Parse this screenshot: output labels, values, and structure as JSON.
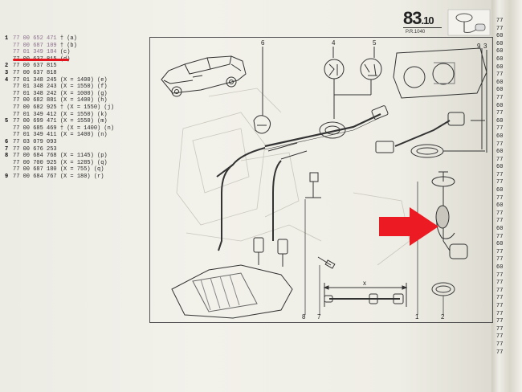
{
  "header": {
    "section_main": "83",
    "section_sub": ".10",
    "ref": "P.R.1040"
  },
  "parts_list": [
    {
      "n": "1",
      "num": "77 00 652 471",
      "note": "† (a)"
    },
    {
      "n": "",
      "num": "77 00 687 109",
      "note": "† (b)"
    },
    {
      "n": "",
      "num": "77 01 349 184",
      "note": "(c)"
    },
    {
      "n": "",
      "num": "77 00 637 815",
      "note": "(d)"
    },
    {
      "n": "2",
      "num": "77 00 637 815",
      "note": ""
    },
    {
      "n": "3",
      "num": "77 00 637 818",
      "note": ""
    },
    {
      "n": "4",
      "num": "77 01 348 245",
      "note": "(X = 1400) (e)"
    },
    {
      "n": "",
      "num": "77 01 348 243",
      "note": "(X = 1550) (f)"
    },
    {
      "n": "",
      "num": "77 01 348 242",
      "note": "(X = 1000) (g)"
    },
    {
      "n": "",
      "num": "77 00 682 881",
      "note": "(X = 1400) (h)"
    },
    {
      "n": "",
      "num": "77 00 682 925",
      "note": "† (X = 1550) (j)"
    },
    {
      "n": "",
      "num": "77 01 349 412",
      "note": "(X = 1550) (k)"
    },
    {
      "n": "5",
      "num": "77 00 699 471",
      "note": "(X = 1550) (m)"
    },
    {
      "n": "",
      "num": "77 00 685 469",
      "note": "† (X = 1400) (n)"
    },
    {
      "n": "",
      "num": "77 01 349 411",
      "note": "(X = 1400) (n)"
    },
    {
      "n": "6",
      "num": "77 03 079 093",
      "note": ""
    },
    {
      "n": "7",
      "num": "77 00 676 253",
      "note": ""
    },
    {
      "n": "8",
      "num": "77 00 684 768",
      "note": "(X = 1145) (p)"
    },
    {
      "n": "",
      "num": "77 00 700 925",
      "note": "(X = 1285) (q)"
    },
    {
      "n": "",
      "num": "77 00 687 180",
      "note": "(X = 755) (q)"
    },
    {
      "n": "9",
      "num": "77 00 684 767",
      "note": "(X = 180) (r)"
    }
  ],
  "diagram_labels": {
    "l6": "6",
    "l4": "4",
    "l5": "5",
    "l9": "9",
    "l3": "3",
    "l8": "8",
    "l7": "7",
    "l1": "1",
    "l2": "2",
    "lx": "x"
  },
  "edge_list": [
    "77",
    "77",
    "60",
    "60",
    "60",
    "60",
    "60",
    "77",
    "60",
    "60",
    "77",
    "60",
    "77",
    "60",
    "77",
    "60",
    "77",
    "60",
    "77",
    "60",
    "77",
    "77",
    "60",
    "77",
    "60",
    "77",
    "77",
    "60",
    "77",
    "60",
    "77",
    "77",
    "60",
    "77",
    "77",
    "77",
    "77",
    "77",
    "77",
    "77",
    "77",
    "77",
    "77",
    "77"
  ],
  "colors": {
    "page": "#efeee6",
    "ink": "#2a2a2a",
    "highlight": "#e4141c"
  },
  "icons": {
    "arrow": "red-arrow-icon",
    "car": "car-icon",
    "thumb": "fuel-gauge-sender-icon"
  }
}
